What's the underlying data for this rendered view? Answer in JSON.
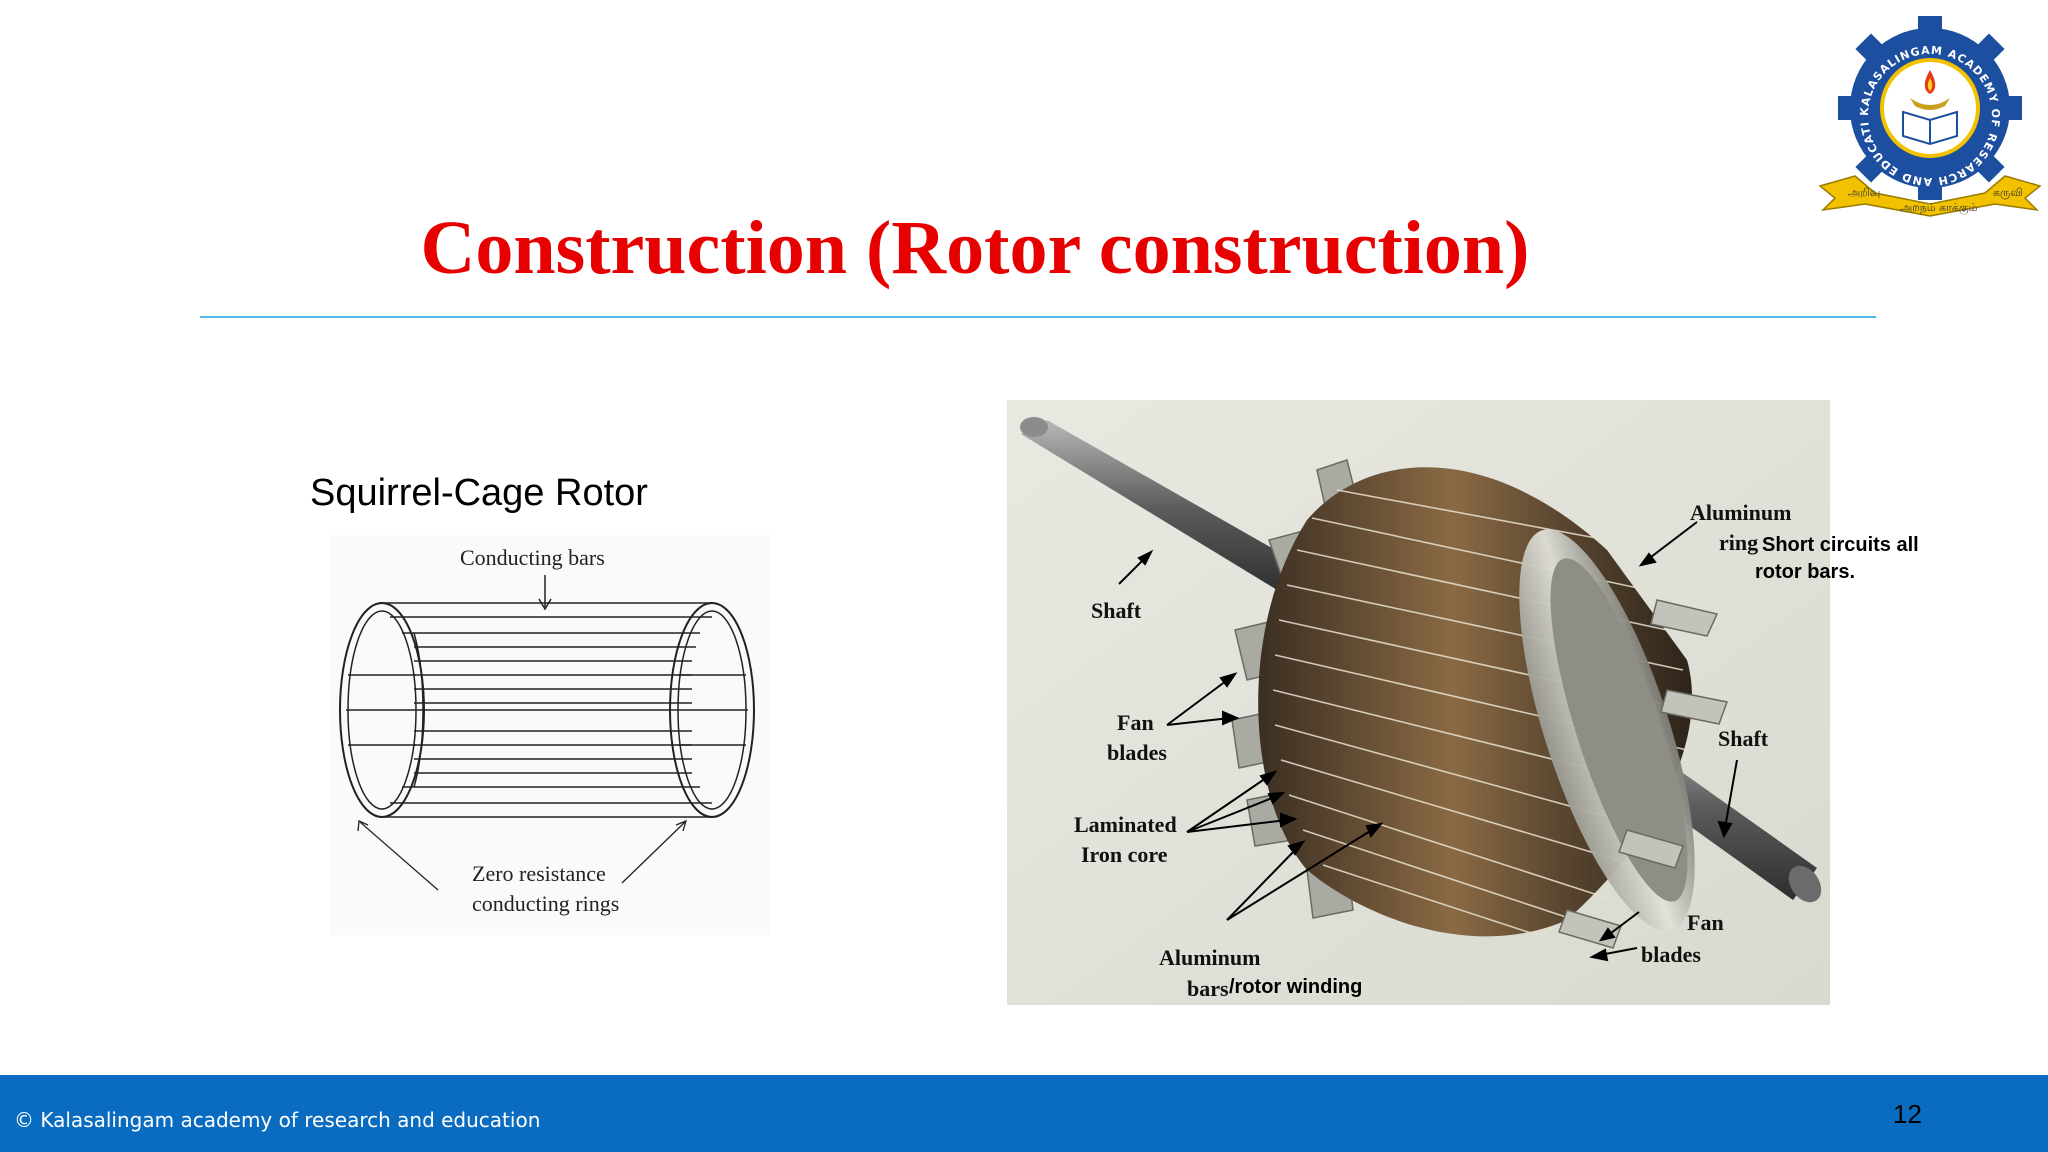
{
  "slide": {
    "title": "Construction (Rotor construction)",
    "page_number": "12",
    "footer_text": "© Kalasalingam academy of research and education"
  },
  "logo": {
    "ring_text": "KALASALINGAM ACADEMY OF RESEARCH AND EDUCATION",
    "ribbon_left": "அறிவு",
    "ribbon_center": "அறநம் காக்கும்",
    "ribbon_right": "கருவி"
  },
  "left_diagram": {
    "heading": "Squirrel-Cage Rotor",
    "label_top": "Conducting bars",
    "label_bottom_line1": "Zero resistance",
    "label_bottom_line2": "conducting rings"
  },
  "photo": {
    "labels": {
      "shaft_left": "Shaft",
      "fan_blades_left_1": "Fan",
      "fan_blades_left_2": "blades",
      "laminated_1": "Laminated",
      "laminated_2": "Iron core",
      "aluminum_bars_1": "Aluminum",
      "aluminum_bars_2": "bars",
      "rotor_winding": "/rotor winding",
      "aluminum_ring_1": "Aluminum",
      "aluminum_ring_2": "ring",
      "short_circuits_1": "Short circuits all",
      "short_circuits_2": "rotor bars.",
      "shaft_right": "Shaft",
      "fan_blades_right_1": "Fan",
      "fan_blades_right_2": "blades"
    }
  },
  "colors": {
    "title": "#e60000",
    "rule": "#4fb6e6",
    "footer": "#0a6cc0"
  }
}
